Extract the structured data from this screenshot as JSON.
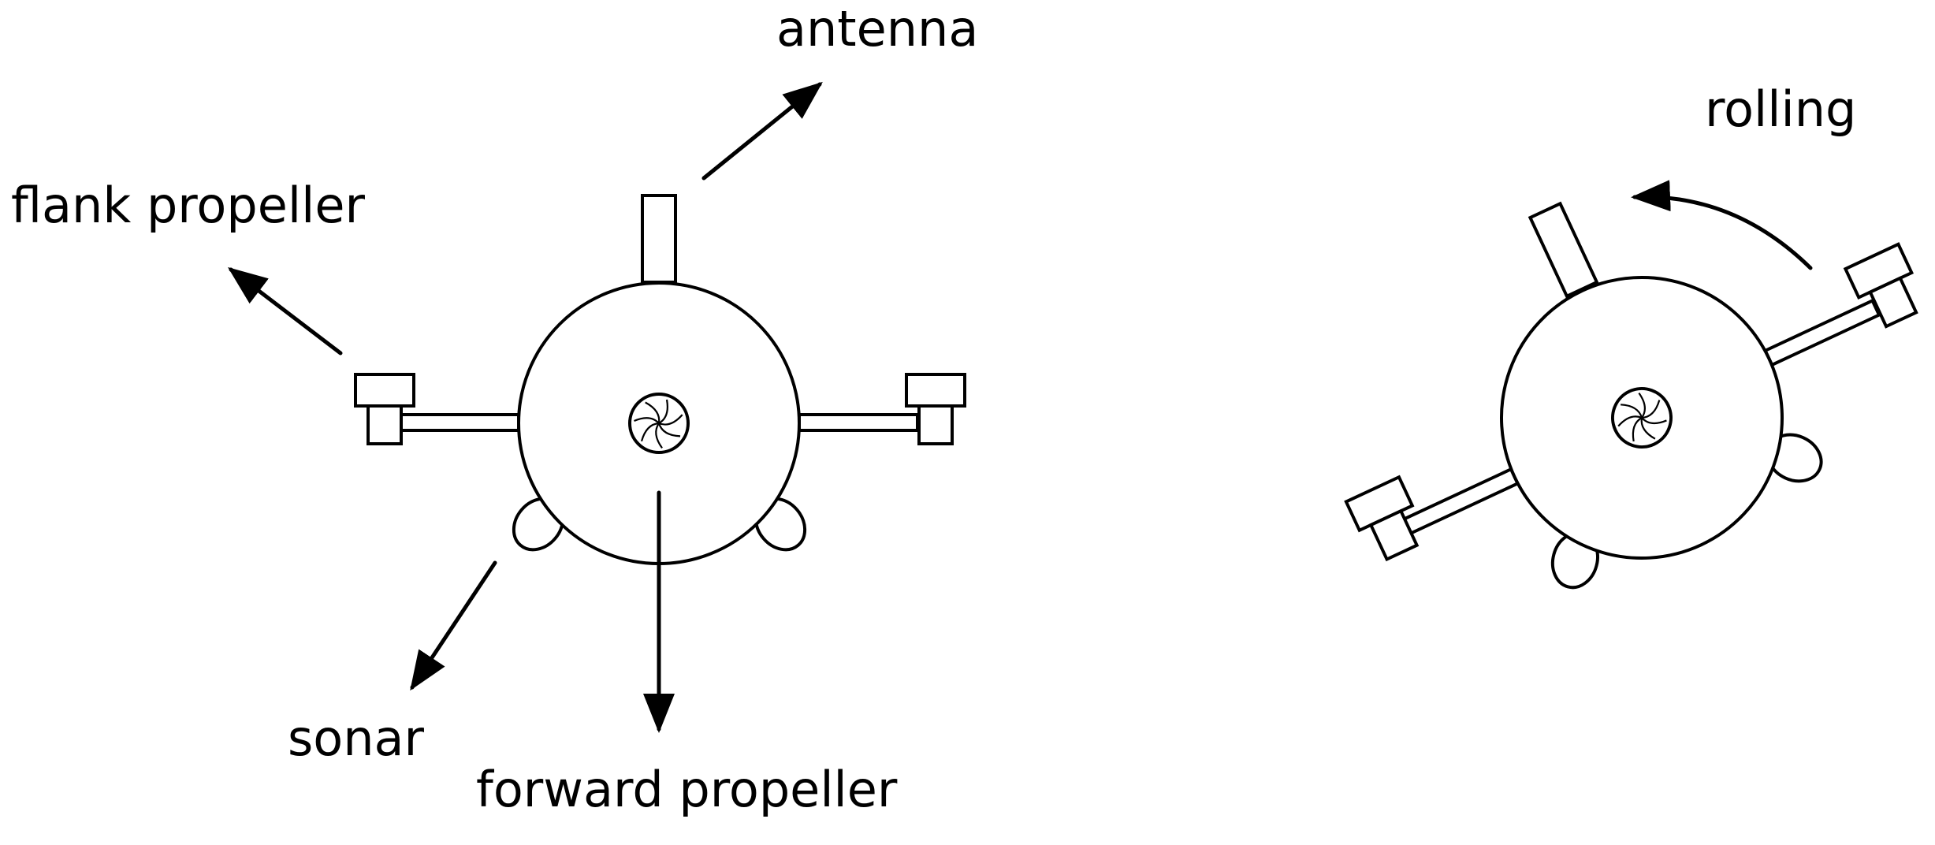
{
  "labels": {
    "antenna": "antenna",
    "flank_propeller": "flank propeller",
    "sonar": "sonar",
    "forward_propeller": "forward propeller",
    "rolling": "rolling"
  },
  "colors": {
    "stroke": "#000000",
    "background": "#ffffff"
  }
}
